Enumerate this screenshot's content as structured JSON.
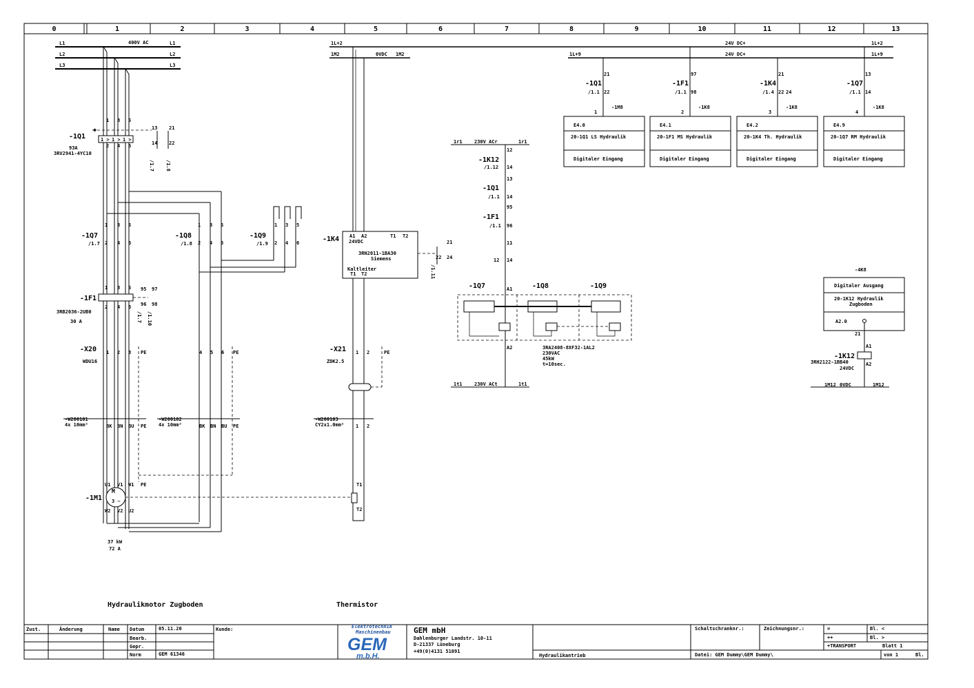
{
  "columns": [
    "0",
    "1",
    "2",
    "3",
    "4",
    "5",
    "6",
    "7",
    "8",
    "9",
    "10",
    "11",
    "12",
    "13"
  ],
  "supply": {
    "l1": "L1",
    "l2": "L2",
    "l3": "L3",
    "l1_r": "L1",
    "l2_r": "L2",
    "l3_r": "L3",
    "voltage": "400V AC",
    "ctrl_1l2": "1L+2",
    "ctrl_1m2": "1M2",
    "ctrl_0vdc": "0VDC",
    "ctrl_1m2_r": "1M2",
    "dc_24_a": "24V DC+",
    "dc_24_b": "24V DC+",
    "dc_1l9": "1L+9",
    "dc_1l2_r": "1L+2",
    "dc_1l9_r": "1L+9"
  },
  "q1": {
    "tag": "-1Q1",
    "rating": "93A",
    "type": "3RV2941-4YC10",
    "t1": "1",
    "t3": "3",
    "t5": "5",
    "t2": "2",
    "t4": "4",
    "t6": "6",
    "a13": "13",
    "a14": "14",
    "a21": "21",
    "a22": "22",
    "r1": "/1.7",
    "r2": "/1.8"
  },
  "q7": {
    "tag": "-1Q7",
    "ref": "/1.7",
    "t1": "1",
    "t3": "3",
    "t5": "5",
    "t2": "2",
    "t4": "4",
    "t6": "6"
  },
  "q8": {
    "tag": "-1Q8",
    "ref": "/1.8",
    "t1": "1",
    "t3": "3",
    "t5": "5",
    "t2": "2",
    "t4": "4",
    "t6": "6"
  },
  "q9": {
    "tag": "-1Q9",
    "ref": "/1.9",
    "t1": "1",
    "t3": "3",
    "t5": "5",
    "t2": "2",
    "t4": "4",
    "t6": "6"
  },
  "f1": {
    "tag": "-1F1",
    "type": "3RB2036-2UB0",
    "rating": "30 A",
    "t1": "1",
    "t3": "3",
    "t5": "5",
    "t2": "2",
    "t4": "4",
    "t6": "6",
    "a95": "95",
    "a96": "96",
    "a97": "97",
    "a98": "98",
    "r1": "/1.7",
    "r2": "/1.10"
  },
  "x20": {
    "tag": "-X20",
    "type": "WDU16",
    "terms": [
      "1",
      "2",
      "3",
      "PE",
      "4",
      "5",
      "6",
      "PE"
    ]
  },
  "x21": {
    "tag": "-X21",
    "type": "ZDK2.5",
    "terms": [
      "1",
      "2",
      "PE"
    ]
  },
  "cables": {
    "w1": "-W200101",
    "w1_spec": "4x 10mm²",
    "w2": "-W200102",
    "w2_spec": "4x 10mm²",
    "w3": "-W200103",
    "w3_spec": "CY2x1.0mm²",
    "cores1": [
      "BK",
      "BN",
      "BU",
      "PE"
    ],
    "cores2": [
      "BK",
      "BN",
      "BU",
      "PE"
    ],
    "cores3": [
      "1",
      "2"
    ]
  },
  "motor": {
    "tag": "-1M1",
    "symbol": "M",
    "phase": "3 ~",
    "u1": "U1",
    "v1": "V1",
    "w1": "W1",
    "pe": "PE",
    "w2": "W2",
    "u2": "U2",
    "v2": "V2",
    "power": "37 kW",
    "current": "72 A"
  },
  "k4": {
    "tag": "-1K4",
    "a1": "A1",
    "a2": "A2",
    "t1": "T1",
    "t2": "T2",
    "voltage": "24VDC",
    "type": "3RN2011-1BA30",
    "maker": "Siemens",
    "label": "Kaltleiter",
    "c21": "21",
    "c22": "22",
    "c24": "24",
    "ref": "/1.11"
  },
  "thermistor": {
    "t1": "T1",
    "t2": "T2"
  },
  "ctrl230": {
    "l_left": "1r1",
    "label_top": "230V ACr",
    "l_right": "1r1",
    "n_left": "1t1",
    "label_bot": "230V ACt",
    "n_right": "1t1",
    "k12": "-1K12",
    "k12_ref": "/1.12",
    "k12_a": "12",
    "k12_b": "14",
    "q1": "-1Q1",
    "q1_ref": "/1.1",
    "q1_a": "13",
    "q1_b": "14",
    "f1": "-1F1",
    "f1_ref": "/1.1",
    "f1_a": "95",
    "f1_b": "96",
    "c11": "11",
    "c12": "12",
    "c14": "14",
    "ref111": "/1.11",
    "a1": "A1",
    "a2": "A2",
    "q7": "-1Q7",
    "q8": "-1Q8",
    "q9": "-1Q9",
    "timer_type": "3RA2408-8XF32-1AL2",
    "timer_v": "230VAC",
    "timer_kw": "45kW",
    "timer_t": "t=10sec."
  },
  "inputs": [
    {
      "tag": "-1Q1",
      "ref": "/1.1",
      "c1": "21",
      "c2": "22",
      "num": "1",
      "wire": "-1M8",
      "addr": "E4.0",
      "desc": "20-1Q1 LS Hydraulik",
      "type": "Digitaler Eingang"
    },
    {
      "tag": "-1F1",
      "ref": "/1.1",
      "c1": "97",
      "c2": "98",
      "num": "2",
      "wire": "-1K8",
      "addr": "E4.1",
      "desc": "20-1F1 MS Hydraulik",
      "type": "Digitaler Eingang"
    },
    {
      "tag": "-1K4",
      "ref": "/1.4",
      "c1": "21",
      "c2": "22",
      "c3": "24",
      "num": "3",
      "wire": "-1K8",
      "addr": "E4.2",
      "desc": "20-1K4 Th. Hydraulik",
      "type": "Digitaler Eingang"
    },
    {
      "tag": "-1Q7",
      "ref": "/1.1",
      "c1": "13",
      "c2": "14",
      "num": "4",
      "wire": "-1K8",
      "addr": "E4.9",
      "desc": "20-1Q7 RM Hydraulik",
      "type": "Digitaler Eingang"
    }
  ],
  "output": {
    "tag": "-4K8",
    "type": "Digitaler Ausgang",
    "desc1": "20-1K12 Hydraulik",
    "desc2": "Zugboden",
    "addr": "A2.0",
    "w21": "21",
    "k12": "-1K12",
    "k12_type": "3RH2122-1BB40",
    "k12_v": "24VDC",
    "a1": "A1",
    "a2": "A2",
    "m_left": "1M12",
    "m_mid": "0VDC",
    "m_right": "1M12"
  },
  "captions": {
    "left": "Hydraulikmotor Zugboden",
    "mid": "Thermistor"
  },
  "title": {
    "zust": "Zust.",
    "aend": "Änderung",
    "name": "Name",
    "datum": "Datum",
    "date": "05.11.20",
    "bearb": "Bearb.",
    "gepr": "Gepr.",
    "norm": "Norm",
    "norm_val": "GEM 61346",
    "kunde": "Kunde:",
    "logo_t1": "Elektrotechnik",
    "logo_t2": "Maschinenbau",
    "logo": "GEM",
    "logo_sub": "m.b.H.",
    "company": "GEM mbH",
    "street": "Dahlenburger Landstr. 10-11",
    "city": "D-21337 Lüneburg",
    "phone": "+49(0)4131 51091",
    "drawing": "Hydraulikantrieb",
    "schalt": "Schaltschranknr.:",
    "zeich": "Zeichnungsnr.:",
    "eq": "=",
    "pp": "++",
    "plus": "+TRANSPORT",
    "bl_lt": "Bl. <",
    "bl_gt": "Bl. >",
    "blatt": "Blatt 1",
    "datei": "Datei: GEM Dummy\\GEM Dummy\\",
    "von": "von 1",
    "bl": "Bl."
  }
}
